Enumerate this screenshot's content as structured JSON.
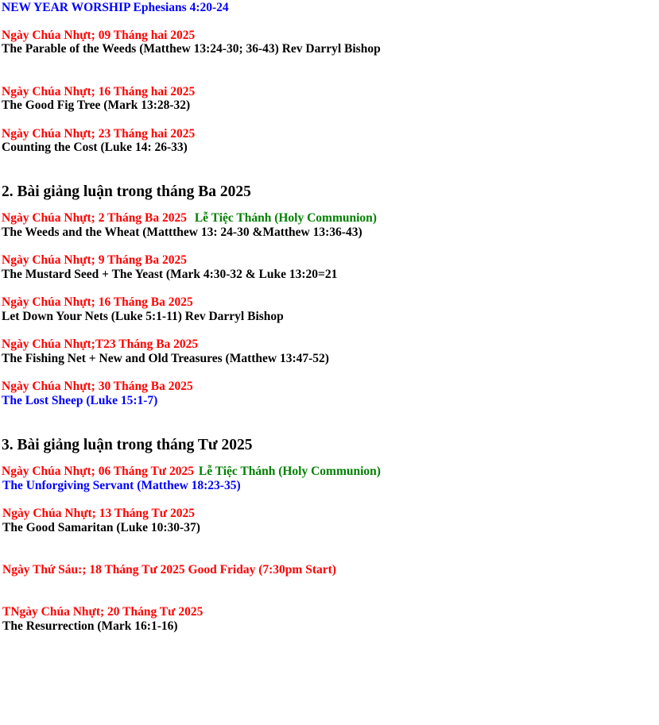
{
  "header": {
    "title": "NEW YEAR WORSHIP Ephesians 4:20-24"
  },
  "february": [
    {
      "date": "Ngày Chúa Nhựt; 09 Tháng hai 2025",
      "sermon": "The Parable of the Weeds (Matthew 13:24-30; 36-43) Rev Darryl Bishop"
    },
    {
      "date": "Ngày Chúa Nhựt; 16 Tháng hai 2025",
      "sermon": "The Good Fig Tree (Mark 13:28-32)"
    },
    {
      "date": "Ngày Chúa Nhựt; 23 Tháng hai 2025",
      "sermon": "Counting the Cost (Luke 14: 26-33)"
    }
  ],
  "march": {
    "heading": "2. Bài giảng luận trong tháng Ba 2025",
    "entries": [
      {
        "date": "Ngày Chúa Nhựt; 2 Tháng Ba 2025",
        "note": "Lễ Tiệc Thánh (Holy Communion)",
        "sermon": "The Weeds and the Wheat (Mattthew 13: 24-30 &Matthew 13:36-43)"
      },
      {
        "date": "Ngày Chúa Nhựt; 9 Tháng Ba 2025",
        "sermon": "The Mustard Seed + The Yeast (Mark 4:30-32 & Luke 13:20=21"
      },
      {
        "date": "Ngày Chúa Nhựt; 16 Tháng Ba 2025",
        "sermon": "Let Down Your Nets (Luke 5:1-11) Rev Darryl Bishop"
      },
      {
        "date": "Ngày Chúa Nhựt;T23 Tháng Ba 2025",
        "sermon": "The Fishing Net + New and Old Treasures (Matthew 13:47-52)"
      },
      {
        "date": "Ngày Chúa Nhựt; 30 Tháng Ba 2025",
        "sermon": "The Lost Sheep (Luke 15:1-7)"
      }
    ]
  },
  "april": {
    "heading": "3. Bài giảng luận trong tháng Tư 2025",
    "entries": [
      {
        "date": "Ngày Chúa Nhựt; 06 Tháng Tư 2025",
        "note": "Lễ Tiệc Thánh (Holy Communion)",
        "sermon": "The Unforgiving Servant (Matthew 18:23-35)"
      },
      {
        "date": "Ngày Chúa Nhựt; 13 Tháng Tư 2025",
        "sermon": "The Good Samaritan (Luke 10:30-37)"
      },
      {
        "date": "Ngày Thứ Sáu:; 18 Tháng Tư 2025 Good Friday (7:30pm Start)"
      },
      {
        "date": "TNgày Chúa Nhựt; 20 Tháng Tư 2025",
        "sermon": "The Resurrection (Mark 16:1-16)"
      }
    ]
  },
  "colors": {
    "date": "#ff0000",
    "sermon": "#000000",
    "highlight": "#0000ff",
    "communion": "#008000"
  }
}
